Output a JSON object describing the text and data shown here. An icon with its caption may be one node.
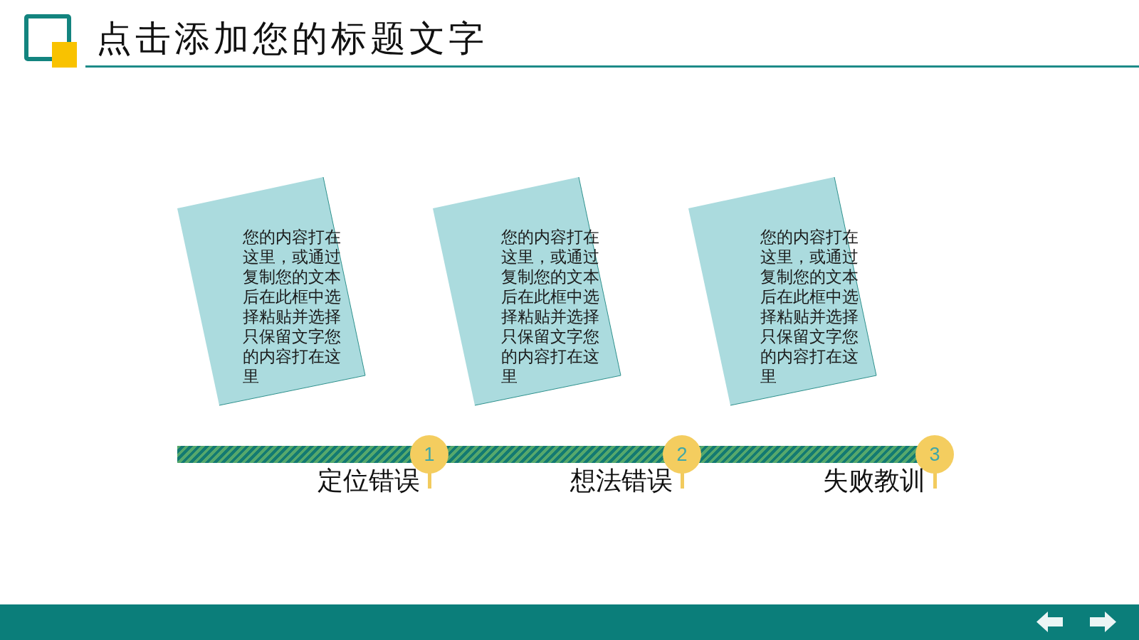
{
  "diagram": {
    "title": "点击添加您的标题文字",
    "nodes": [
      {
        "text": [
          "您的内容打在这里，或通过复制您的文本后在此框中选择粘贴并选择只保留文字您的内容打在这里"
        ]
      },
      {
        "text": [
          "您的内容打在这里，或通过复制您的文本后在此框中选择粘贴并选择只保留文字您的内容打在这里"
        ]
      },
      {
        "text": [
          "您的内容打在这里，或通过复制您的文本后在此框中选择粘贴并选择只保留文字您的内容打在这里"
        ]
      },
      {
        "text": [
          "1"
        ],
        "beside": [
          "定位错误"
        ]
      },
      {
        "text": [
          "2"
        ],
        "beside": [
          "想法错误"
        ]
      },
      {
        "text": [
          "3"
        ],
        "beside": [
          "失败教训"
        ]
      }
    ]
  }
}
